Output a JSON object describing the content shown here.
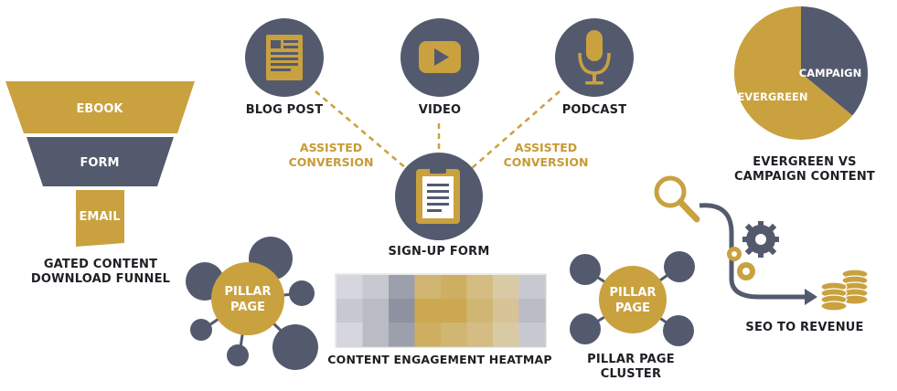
{
  "colors": {
    "gold": "#c9a13f",
    "slate": "#545a6e",
    "dark_text": "#1e1f24",
    "gold_text": "#c79a35"
  },
  "funnel": {
    "stages": [
      "EBOOK",
      "FORM",
      "EMAIL"
    ],
    "caption": "GATED CONTENT\nDOWNLOAD FUNNEL"
  },
  "channels": [
    {
      "label": "BLOG POST",
      "icon": "document-icon"
    },
    {
      "label": "VIDEO",
      "icon": "play-icon"
    },
    {
      "label": "PODCAST",
      "icon": "microphone-icon"
    }
  ],
  "assisted": {
    "left": "ASSISTED\nCONVERSION",
    "right": "ASSISTED\nCONVERSION"
  },
  "signup": {
    "label": "SIGN-UP FORM",
    "icon": "clipboard-icon"
  },
  "pie": {
    "slices": [
      {
        "label": "EVERGREEN",
        "value": 0.64,
        "color": "#c9a13f"
      },
      {
        "label": "CAMPAIGN",
        "value": 0.36,
        "color": "#545a6e"
      }
    ],
    "caption": "EVERGREEN VS\nCAMPAIGN CONTENT"
  },
  "seo": {
    "caption": "SEO TO REVENUE"
  },
  "pillar_left": {
    "label": "PILLAR\nPAGE"
  },
  "heatmap": {
    "caption": "CONTENT ENGAGEMENT HEATMAP",
    "rows": [
      [
        0.1,
        0.2,
        0.5,
        0.7,
        0.8,
        0.6,
        0.4,
        0.2
      ],
      [
        0.2,
        0.3,
        0.6,
        0.9,
        0.9,
        0.7,
        0.5,
        0.3
      ],
      [
        0.1,
        0.3,
        0.5,
        0.8,
        0.7,
        0.6,
        0.4,
        0.2
      ]
    ]
  },
  "pillar_right": {
    "label": "PILLAR\nPAGE",
    "caption": "PILLAR PAGE CLUSTER"
  }
}
